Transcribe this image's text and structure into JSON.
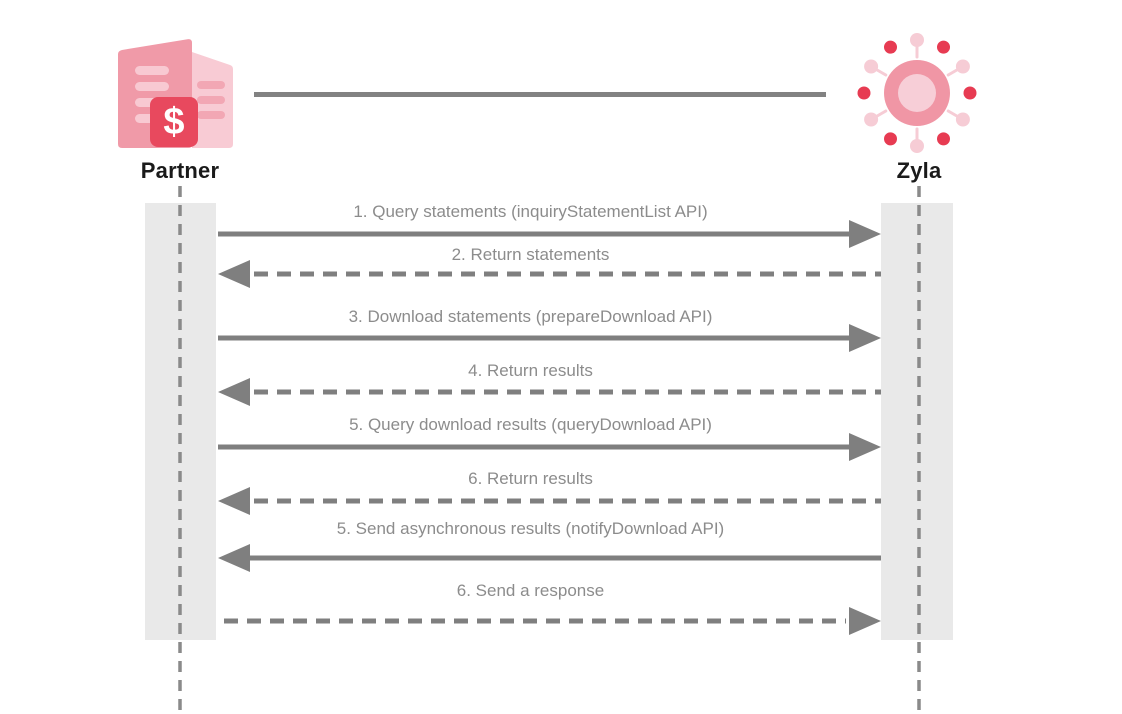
{
  "diagram": {
    "type": "sequence-diagram",
    "actors": [
      {
        "name": "Partner",
        "icon": "partner-building-dollar-icon",
        "badge": "$"
      },
      {
        "name": "Zyla",
        "icon": "zyla-api-hub-icon"
      }
    ],
    "messages": [
      {
        "label": "1. Query statements (inquiryStatementList API)",
        "from": "Partner",
        "to": "Zyla",
        "line": "solid",
        "direction": "right"
      },
      {
        "label": "2. Return statements",
        "from": "Zyla",
        "to": "Partner",
        "line": "dashed",
        "direction": "left"
      },
      {
        "label": "3. Download statements (prepareDownload API)",
        "from": "Partner",
        "to": "Zyla",
        "line": "solid",
        "direction": "right"
      },
      {
        "label": "4. Return results",
        "from": "Zyla",
        "to": "Partner",
        "line": "dashed",
        "direction": "left"
      },
      {
        "label": "5. Query download results (queryDownload API)",
        "from": "Partner",
        "to": "Zyla",
        "line": "solid",
        "direction": "right"
      },
      {
        "label": "6. Return results",
        "from": "Zyla",
        "to": "Partner",
        "line": "dashed",
        "direction": "left"
      },
      {
        "label": "5. Send asynchronous results (notifyDownload API)",
        "from": "Zyla",
        "to": "Partner",
        "line": "solid",
        "direction": "left"
      },
      {
        "label": "6. Send a response",
        "from": "Partner",
        "to": "Zyla",
        "line": "dashed",
        "direction": "right"
      }
    ],
    "colors": {
      "pink_main": "#f096a5",
      "pink_light": "#f6ccd5",
      "pink_back_building": "#f8cbd4",
      "badge_red": "#e8495e",
      "dot_red": "#e73b52",
      "arrow_gray": "#7f7f7f",
      "message_text_gray": "#8c8c8c",
      "activation_bar_gray": "#e9e9e9",
      "actor_label_black": "#1a1a1a"
    }
  }
}
